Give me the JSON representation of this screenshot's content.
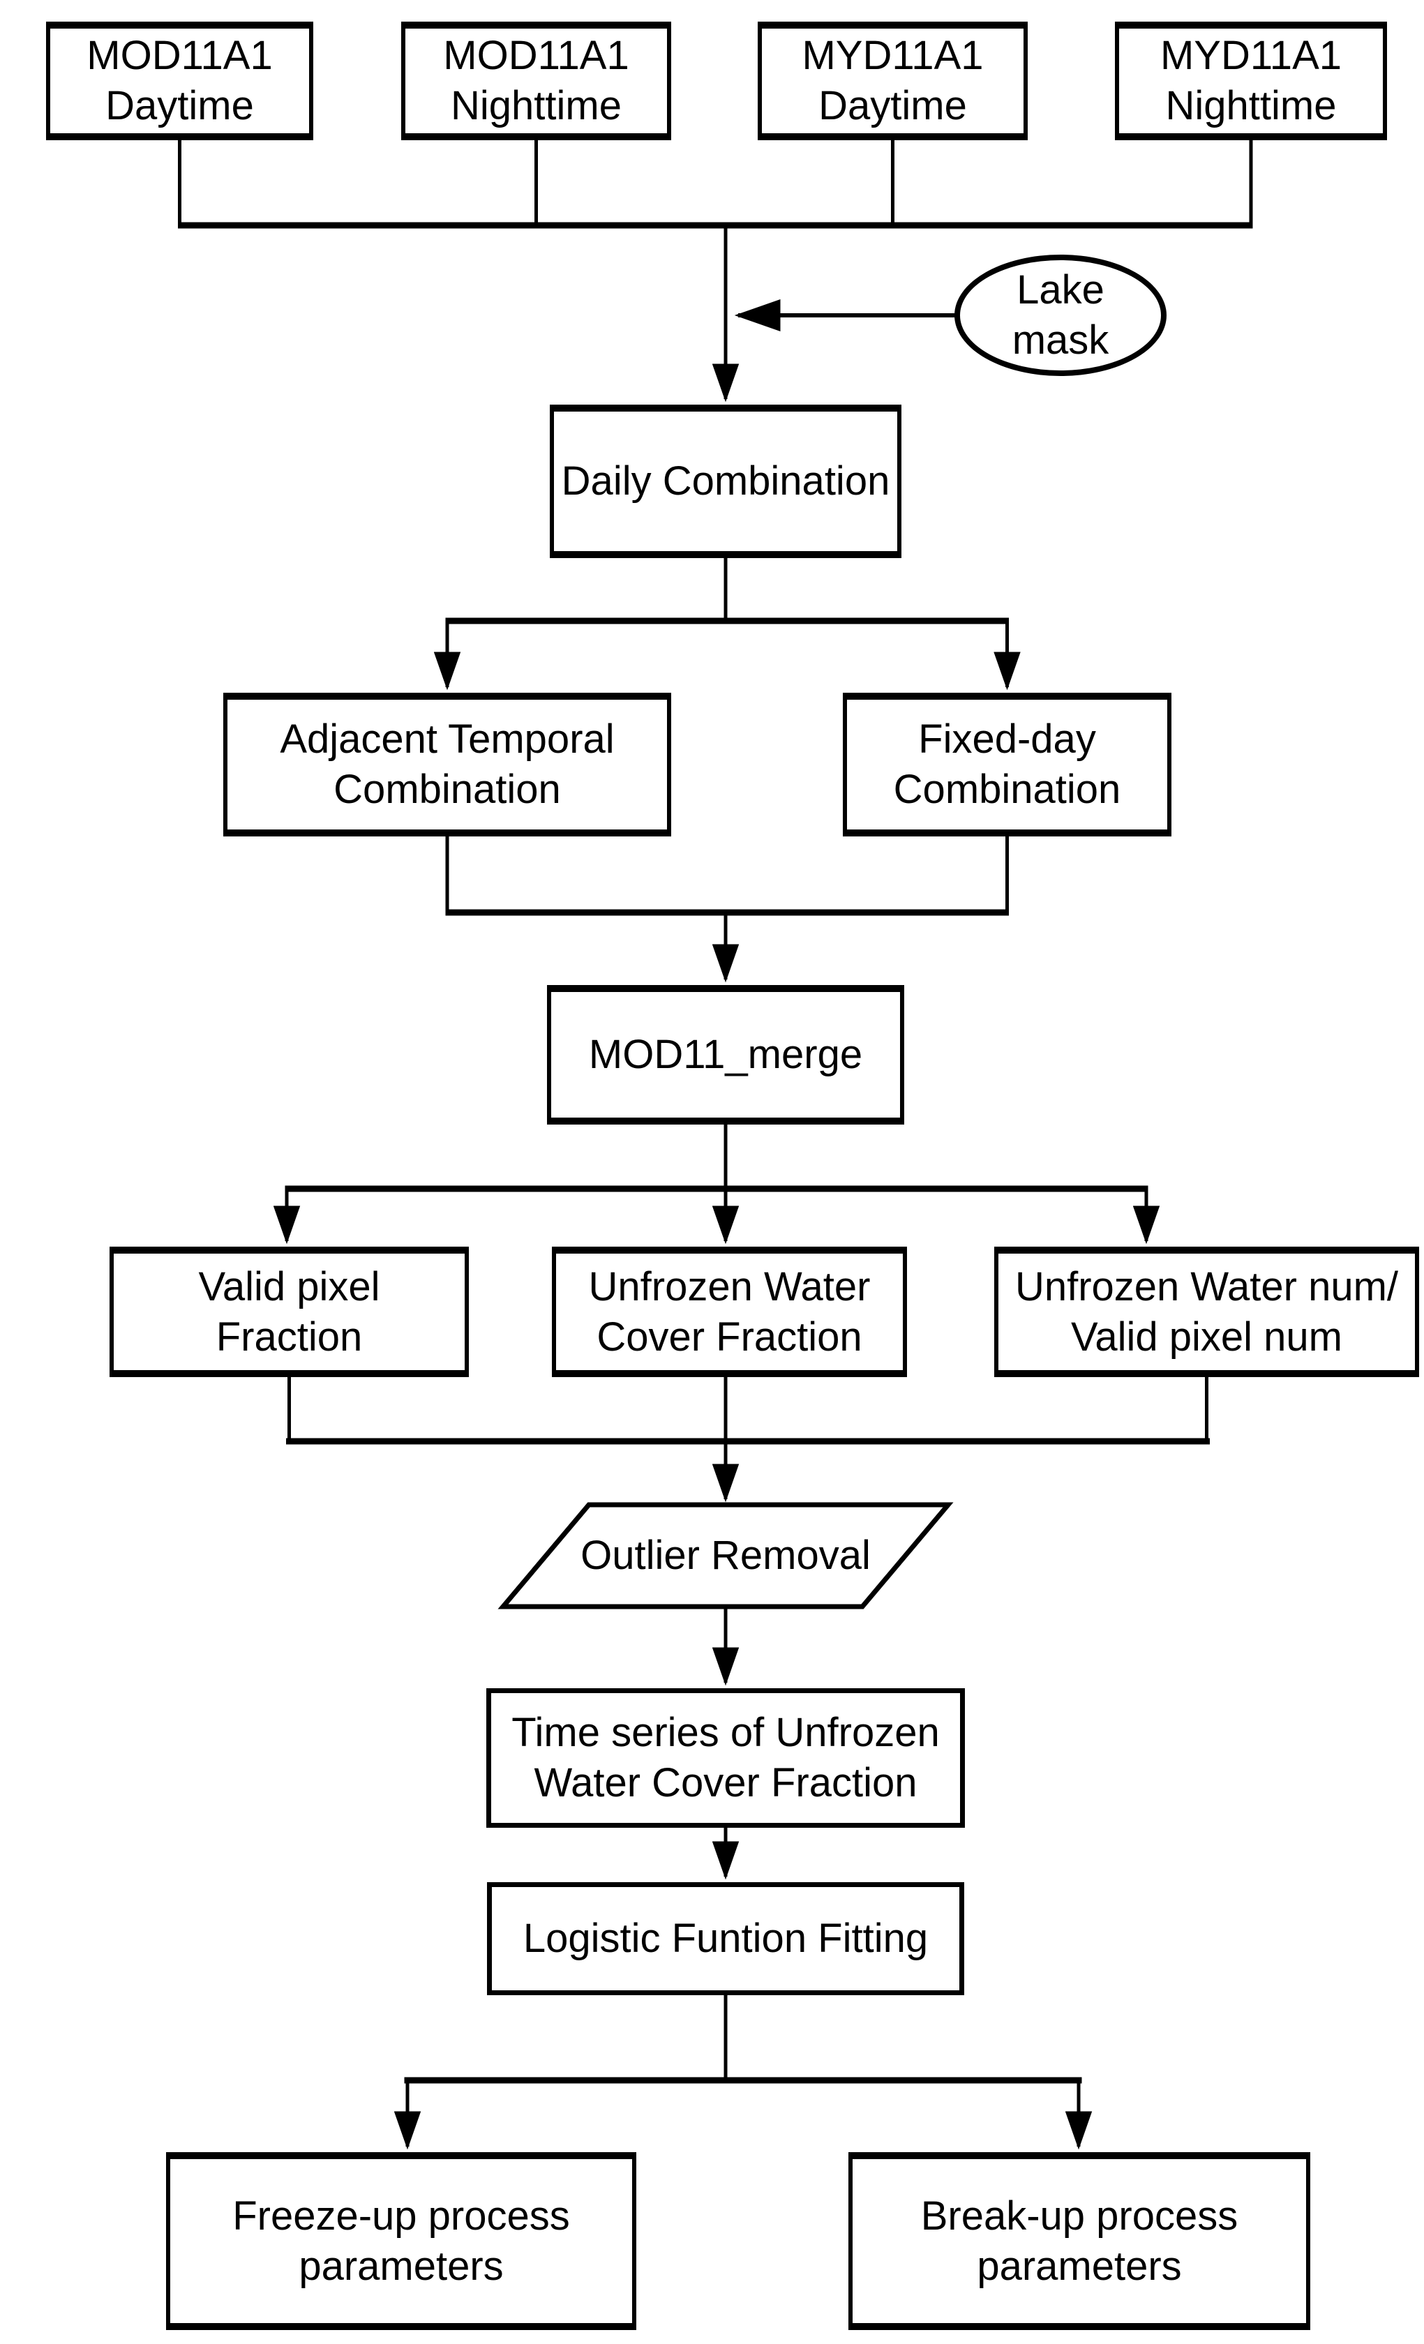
{
  "diagram": {
    "type": "flowchart",
    "colors": {
      "background": "#ffffff",
      "stroke": "#000000",
      "text": "#000000"
    },
    "nodes": {
      "mod11a1_daytime": {
        "label": "MOD11A1\nDaytime",
        "shape": "rectangle"
      },
      "mod11a1_nighttime": {
        "label": "MOD11A1\nNighttime",
        "shape": "rectangle"
      },
      "myd11a1_daytime": {
        "label": "MYD11A1\nDaytime",
        "shape": "rectangle"
      },
      "myd11a1_nighttime": {
        "label": "MYD11A1\nNighttime",
        "shape": "rectangle"
      },
      "lake_mask": {
        "label": "Lake\nmask",
        "shape": "ellipse"
      },
      "daily_combination": {
        "label": "Daily Combination",
        "shape": "rectangle"
      },
      "adjacent_temporal_combination": {
        "label": "Adjacent Temporal\nCombination",
        "shape": "rectangle"
      },
      "fixed_day_combination": {
        "label": "Fixed-day\nCombination",
        "shape": "rectangle"
      },
      "mod11_merge": {
        "label": "MOD11_merge",
        "shape": "rectangle"
      },
      "valid_pixel_fraction": {
        "label": "Valid pixel\nFraction",
        "shape": "rectangle"
      },
      "unfrozen_water_cover_fraction": {
        "label": "Unfrozen Water\nCover Fraction",
        "shape": "rectangle"
      },
      "unfrozen_water_num_valid_pixel_num": {
        "label": "Unfrozen Water num/\nValid pixel num",
        "shape": "rectangle"
      },
      "outlier_removal": {
        "label": "Outlier Removal",
        "shape": "parallelogram"
      },
      "time_series_uwcf": {
        "label": "Time series of Unfrozen\nWater Cover Fraction",
        "shape": "rectangle"
      },
      "logistic_function_fitting": {
        "label": "Logistic Funtion Fitting",
        "shape": "rectangle"
      },
      "freeze_up_parameters": {
        "label": "Freeze-up process\nparameters",
        "shape": "rectangle"
      },
      "break_up_parameters": {
        "label": "Break-up process\nparameters",
        "shape": "rectangle"
      }
    },
    "edges": [
      {
        "from": "mod11a1_daytime",
        "to": "daily_combination",
        "arrow": true
      },
      {
        "from": "mod11a1_nighttime",
        "to": "daily_combination",
        "arrow": true
      },
      {
        "from": "myd11a1_daytime",
        "to": "daily_combination",
        "arrow": true
      },
      {
        "from": "myd11a1_nighttime",
        "to": "daily_combination",
        "arrow": true
      },
      {
        "from": "lake_mask",
        "to": "daily_combination",
        "arrow": true
      },
      {
        "from": "daily_combination",
        "to": "adjacent_temporal_combination",
        "arrow": true
      },
      {
        "from": "daily_combination",
        "to": "fixed_day_combination",
        "arrow": true
      },
      {
        "from": "adjacent_temporal_combination",
        "to": "mod11_merge",
        "arrow": true
      },
      {
        "from": "fixed_day_combination",
        "to": "mod11_merge",
        "arrow": true
      },
      {
        "from": "mod11_merge",
        "to": "valid_pixel_fraction",
        "arrow": true
      },
      {
        "from": "mod11_merge",
        "to": "unfrozen_water_cover_fraction",
        "arrow": true
      },
      {
        "from": "mod11_merge",
        "to": "unfrozen_water_num_valid_pixel_num",
        "arrow": true
      },
      {
        "from": "valid_pixel_fraction",
        "to": "outlier_removal",
        "arrow": true
      },
      {
        "from": "unfrozen_water_cover_fraction",
        "to": "outlier_removal",
        "arrow": true
      },
      {
        "from": "unfrozen_water_num_valid_pixel_num",
        "to": "outlier_removal",
        "arrow": true
      },
      {
        "from": "outlier_removal",
        "to": "time_series_uwcf",
        "arrow": true
      },
      {
        "from": "time_series_uwcf",
        "to": "logistic_function_fitting",
        "arrow": true
      },
      {
        "from": "logistic_function_fitting",
        "to": "freeze_up_parameters",
        "arrow": true
      },
      {
        "from": "logistic_function_fitting",
        "to": "break_up_parameters",
        "arrow": true
      }
    ]
  }
}
